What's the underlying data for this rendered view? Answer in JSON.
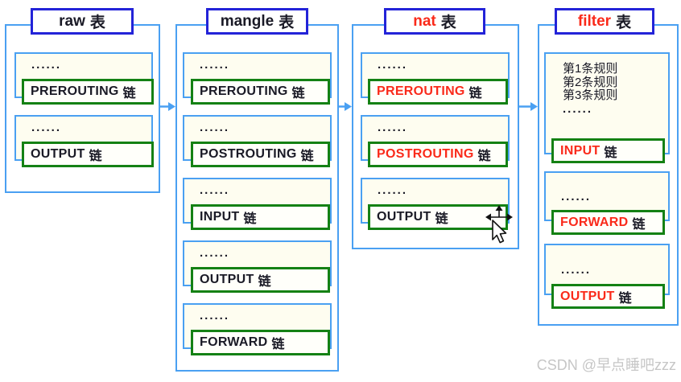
{
  "colors": {
    "outline_blue": "#4aa0f2",
    "title_border_blue": "#2323d8",
    "chain_border_green": "#148114",
    "highlight_red": "#fa2a1a",
    "text_dark": "#1a1a26",
    "box_background": "#fefdf0",
    "watermark_gray": "#c6c6c6"
  },
  "tables": [
    {
      "title_name": "raw",
      "title_suffix": "表",
      "title_name_color": "#1a1a26",
      "groups": [
        {
          "dots": "......",
          "name": "PREROUTING",
          "suffix": "链",
          "name_color": "#1a1a26"
        },
        {
          "dots": "......",
          "name": "OUTPUT",
          "suffix": "链",
          "name_color": "#1a1a26"
        }
      ]
    },
    {
      "title_name": "mangle",
      "title_suffix": "表",
      "title_name_color": "#1a1a26",
      "groups": [
        {
          "dots": "......",
          "name": "PREROUTING",
          "suffix": "链",
          "name_color": "#1a1a26"
        },
        {
          "dots": "......",
          "name": "POSTROUTING",
          "suffix": "链",
          "name_color": "#1a1a26"
        },
        {
          "dots": "......",
          "name": "INPUT",
          "suffix": "链",
          "name_color": "#1a1a26"
        },
        {
          "dots": "......",
          "name": "OUTPUT",
          "suffix": "链",
          "name_color": "#1a1a26"
        },
        {
          "dots": "......",
          "name": "FORWARD",
          "suffix": "链",
          "name_color": "#1a1a26"
        }
      ]
    },
    {
      "title_name": "nat",
      "title_suffix": "表",
      "title_name_color": "#fa2a1a",
      "groups": [
        {
          "dots": "......",
          "name": "PREROUTING",
          "suffix": "链",
          "name_color": "#fa2a1a"
        },
        {
          "dots": "......",
          "name": "POSTROUTING",
          "suffix": "链",
          "name_color": "#fa2a1a"
        },
        {
          "dots": "......",
          "name": "OUTPUT",
          "suffix": "链",
          "name_color": "#1a1a26"
        }
      ]
    },
    {
      "title_name": "filter",
      "title_suffix": "表",
      "title_name_color": "#fa2a1a",
      "rules": [
        "第1条规则",
        "第2条规则",
        "第3条规则",
        "......"
      ],
      "groups": [
        {
          "dots": "",
          "name": "INPUT",
          "suffix": "链",
          "name_color": "#fa2a1a"
        },
        {
          "dots": "......",
          "name": "FORWARD",
          "suffix": "链",
          "name_color": "#fa2a1a"
        },
        {
          "dots": "......",
          "name": "OUTPUT",
          "suffix": "链",
          "name_color": "#fa2a1a"
        }
      ]
    }
  ],
  "watermark": "CSDN @早点睡吧zzz"
}
